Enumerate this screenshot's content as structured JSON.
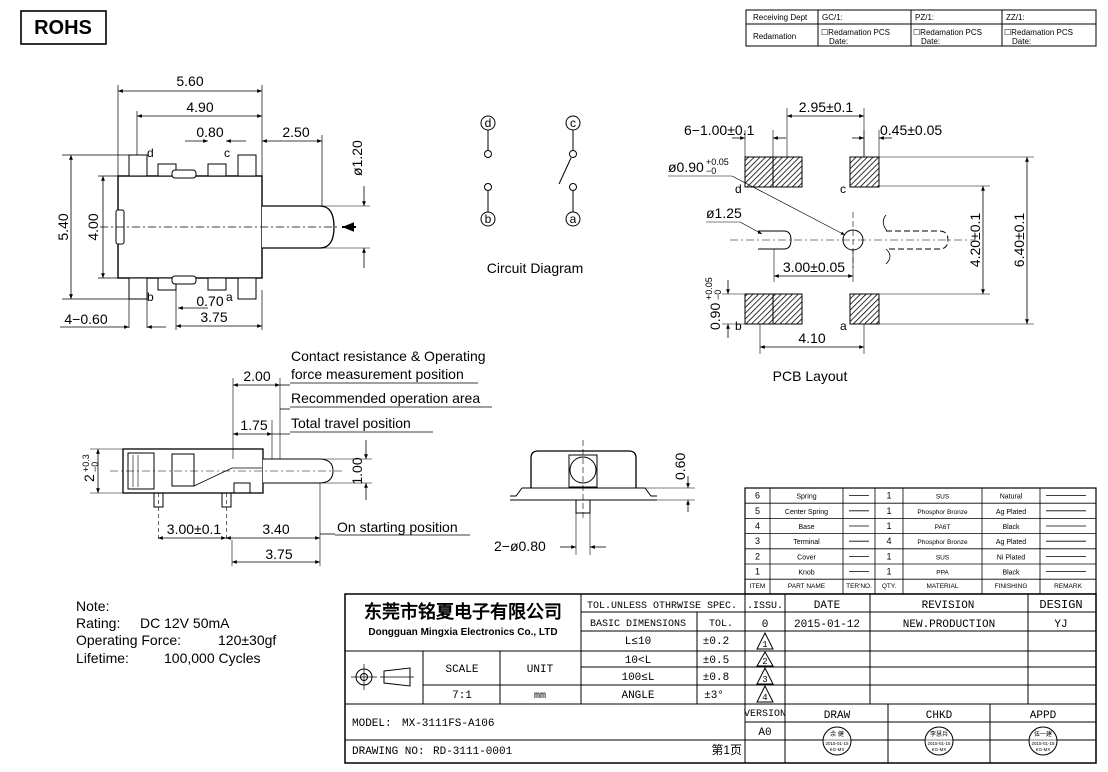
{
  "rohs": "ROHS",
  "header_table": {
    "receiving_dept": "Receiving Dept",
    "redamation": "Redamation",
    "gc": "GC/1:",
    "pz": "PZ/1:",
    "zz": "ZZ/1:",
    "cell_line1": "☐Redamation  PCS",
    "cell_line2": "Date:"
  },
  "top_view": {
    "dims": {
      "w560": "5.60",
      "w490": "4.90",
      "w080": "0.80",
      "w250": "2.50",
      "d120": "ø1.20",
      "h540": "5.40",
      "h400": "4.00",
      "w070": "0.70",
      "w375": "3.75",
      "pad060": "4−0.60"
    },
    "pins": {
      "a": "a",
      "b": "b",
      "c": "c",
      "d": "d"
    }
  },
  "circuit": {
    "title": "Circuit Diagram",
    "pins": {
      "a": "a",
      "b": "b",
      "c": "c",
      "d": "d"
    }
  },
  "pcb": {
    "title": "PCB Layout",
    "dims": {
      "d295": "2.95±0.1",
      "d100": "6−1.00±0.1",
      "d045": "0.45±0.05",
      "d090": "ø0.90",
      "tol_top": "+0.05",
      "tol_bot": "−0",
      "d125": "ø1.25",
      "d300": "3.00±0.05",
      "d420": "4.20±0.1",
      "d640": "6.40±0.1",
      "d090v": "0.90",
      "d410": "4.10"
    },
    "pins": {
      "a": "a",
      "b": "b",
      "c": "c",
      "d": "d"
    }
  },
  "side_view": {
    "notes": {
      "contact1": "Contact resistance & Operating",
      "contact2": "force measurement position",
      "recommended": "Recommended operation area",
      "travel": "Total travel  position",
      "starting": "On starting position"
    },
    "dims": {
      "d200": "2.00",
      "d175": "1.75",
      "d100": "1.00",
      "d2": "2",
      "d2tol": "+0.3",
      "d2tol2": "−0",
      "d300": "3.00±0.1",
      "d340": "3.40",
      "d375": "3.75"
    }
  },
  "front_view": {
    "dims": {
      "d060": "0.60",
      "d080": "2−ø0.80"
    }
  },
  "notes": {
    "title": "Note:",
    "rating_label": "Rating:",
    "rating": "DC  12V  50mA",
    "force_label": "Operating  Force:",
    "force": "120±30gf",
    "life_label": "Lifetime:",
    "life": "100,000  Cycles"
  },
  "bom": {
    "headers": [
      "ITEM",
      "PART NAME",
      "TER'NO.",
      "QTY.",
      "MATERIAL",
      "FINISHING",
      "REMARK"
    ],
    "rows": [
      [
        "6",
        "Spring",
        "1",
        "SUS",
        "Natural"
      ],
      [
        "5",
        "Center Spring",
        "1",
        "Phosphor Bronze",
        "Ag Plated"
      ],
      [
        "4",
        "Base",
        "1",
        "PA6T",
        "Black"
      ],
      [
        "3",
        "Terminal",
        "4",
        "Phosphor Bronze",
        "Ag Plated"
      ],
      [
        "2",
        "Cover",
        "1",
        "SUS",
        "Ni Plated"
      ],
      [
        "1",
        "Knob",
        "1",
        "PPA",
        "Black"
      ]
    ]
  },
  "title_block": {
    "company_cn": "东莞市铭夏电子有限公司",
    "company_en": "Dongguan Mingxia Electronics Co., LTD",
    "tol_header": "TOL.UNLESS OTHRWISE SPEC.",
    "basic_dim": "BASIC DIMENSIONS",
    "tol": "TOL.",
    "tol_rows": [
      [
        "L≤10",
        "±0.2"
      ],
      [
        "10<L",
        "±0.5"
      ],
      [
        "100≤L",
        "±0.8"
      ],
      [
        "ANGLE",
        "±3°"
      ]
    ],
    "scale_label": "SCALE",
    "scale_value": "7:1",
    "unit_label": "UNIT",
    "unit_value": "mm",
    "issu": ".ISSU.",
    "date": "DATE",
    "revision": "REVISION",
    "design": "DESIGN",
    "rev_row": [
      "0",
      "2015-01-12",
      "NEW.PRODUCTION",
      "YJ"
    ],
    "rev_markers": [
      "1",
      "2",
      "3",
      "4"
    ],
    "model_label": "MODEL:",
    "model": "MX-3111FS-A106",
    "drawing_label": "DRAWING NO:",
    "drawing": "RD-3111-0001",
    "page": "第1页",
    "version_label": "VERSION",
    "version": "A0",
    "draw": "DRAW",
    "chkd": "CHKD",
    "appd": "APPD",
    "stamps": [
      {
        "name": "余 健",
        "date": "2015-01-15",
        "org": "KG-MX"
      },
      {
        "name": "李慧兵",
        "date": "2015-01-15",
        "org": "KG-MX"
      },
      {
        "name": "伍一建",
        "date": "2015-01-15",
        "org": "KG-MX"
      }
    ]
  }
}
